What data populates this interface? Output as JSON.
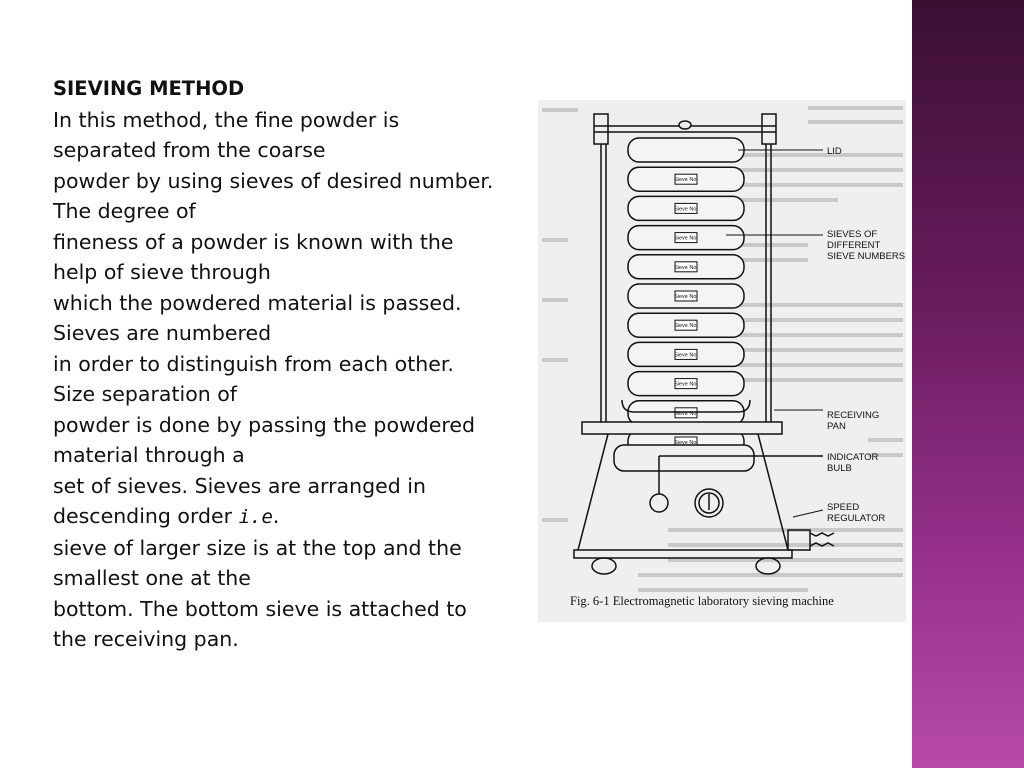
{
  "slide": {
    "heading": "SIEVING METHOD",
    "lines": [
      "In this method, the fine powder is",
      "separated from the coarse",
      "powder by using sieves of desired number.",
      "The degree of",
      "fineness of a powder is known with the",
      "help of sieve through",
      "which the powdered material is passed.",
      "Sieves are numbered",
      "in order to distinguish from each other.",
      "Size separation of",
      "powder is done by passing the powdered",
      "material through a",
      "set of sieves. Sieves are arranged in"
    ],
    "descending_prefix": "descending order ",
    "descending_em": "i.e",
    "descending_suffix": ".",
    "lines_after": [
      "sieve of larger size is at the top and the",
      "smallest one at the",
      "bottom. The bottom sieve is attached to",
      "the receiving pan."
    ]
  },
  "figure": {
    "labels": {
      "lid": "LID",
      "sieves_1": "SIEVES OF",
      "sieves_2": "DIFFERENT",
      "sieves_3": "SIEVE NUMBERS",
      "receiving_1": "RECEIVING",
      "receiving_2": "PAN",
      "indicator_1": "INDICATOR",
      "indicator_2": "BULB",
      "speed_1": "SPEED",
      "speed_2": "REGULATOR"
    },
    "sieve_label": "Sieve No.",
    "caption": "Fig. 6-1  Electromagnetic laboratory sieving machine"
  },
  "theme": {
    "sidebar_top": "#3a0f34",
    "sidebar_bottom": "#b74aa9"
  }
}
